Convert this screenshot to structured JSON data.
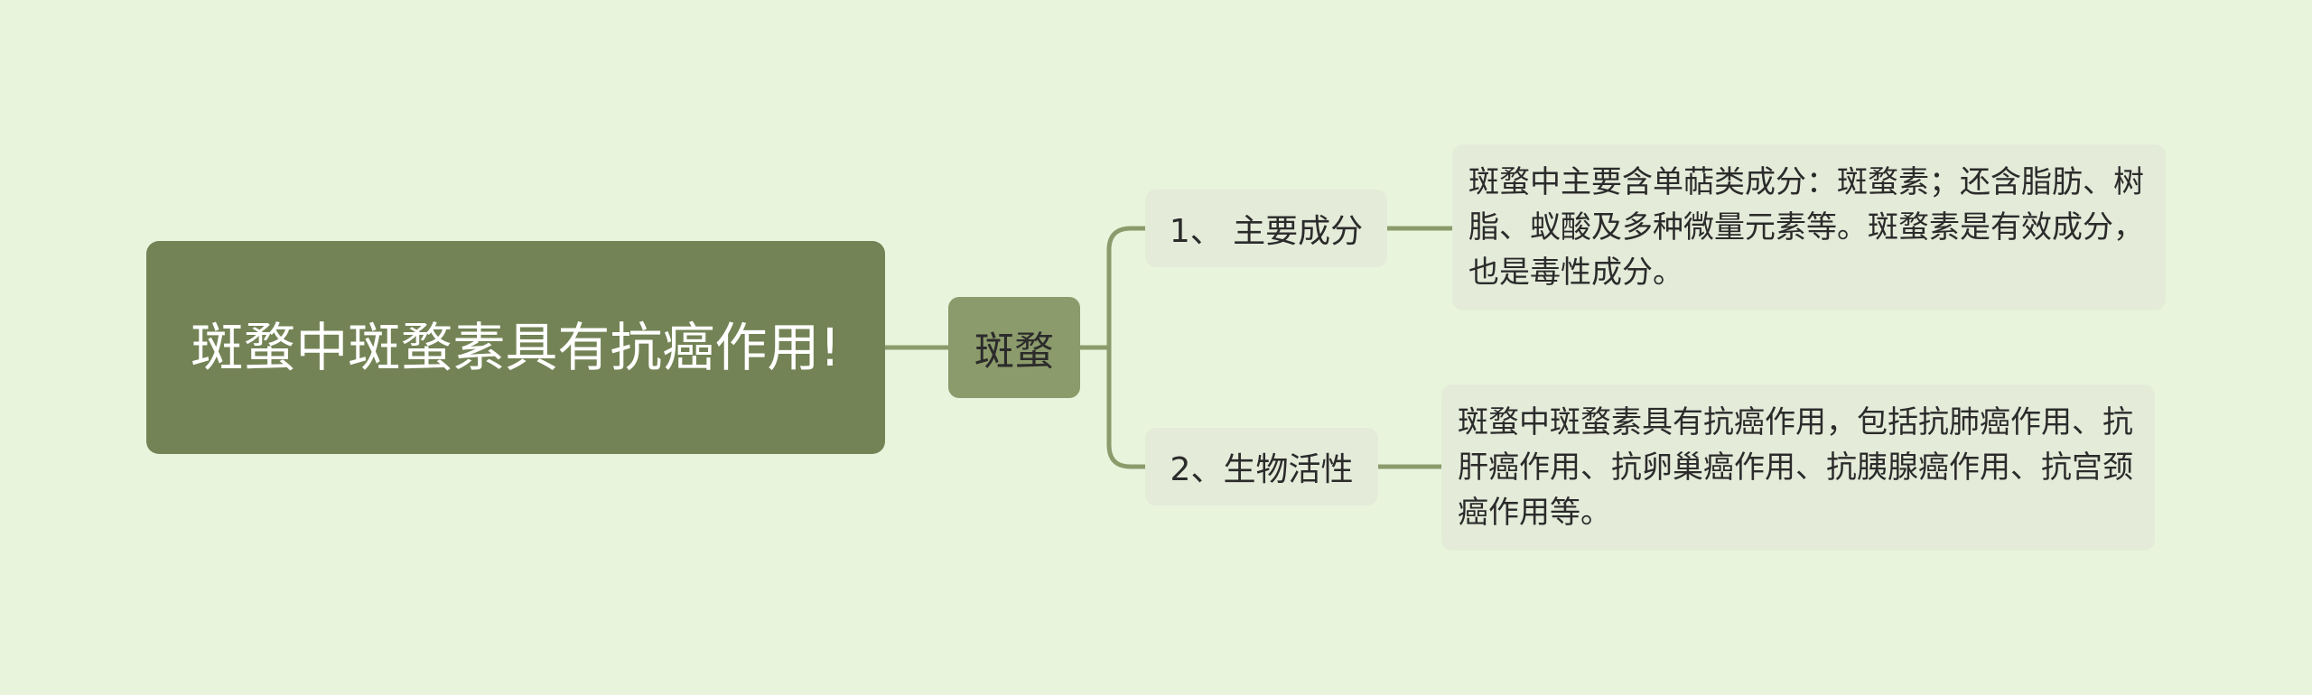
{
  "mindmap": {
    "root": "斑蝥中斑蝥素具有抗癌作用!",
    "hub": "斑蝥",
    "branches": [
      {
        "label": "1、 主要成分",
        "detail": "斑蝥中主要含单萜类成分：斑蝥素；还含脂肪、树脂、蚁酸及多种微量元素等。斑蝥素是有效成分，也是毒性成分。"
      },
      {
        "label": "2、生物活性",
        "detail": "斑蝥中斑蝥素具有抗癌作用，包括抗肺癌作用、抗肝癌作用、抗卵巢癌作用、抗胰腺癌作用、抗宫颈癌作用等。"
      }
    ]
  },
  "colors": {
    "background": "#e8f5dc",
    "root_fill": "#738355",
    "hub_fill": "#8c9b6c",
    "node_fill": "#e4ebd9",
    "connector": "#8c9b6c"
  }
}
